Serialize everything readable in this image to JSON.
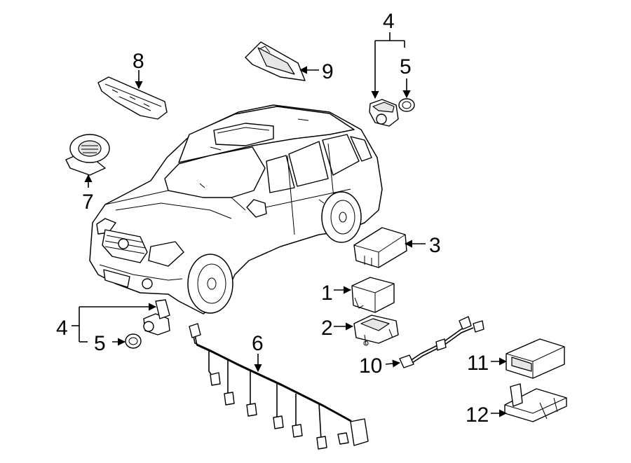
{
  "callouts": {
    "c1": "1",
    "c2": "2",
    "c3": "3",
    "c4a": "4",
    "c4b": "4",
    "c5a": "5",
    "c5b": "5",
    "c6": "6",
    "c7": "7",
    "c8": "8",
    "c9": "9",
    "c10": "10",
    "c11": "11",
    "c12": "12"
  },
  "colors": {
    "line": "#000000",
    "background": "#ffffff",
    "shade": "#e6e6e6"
  }
}
